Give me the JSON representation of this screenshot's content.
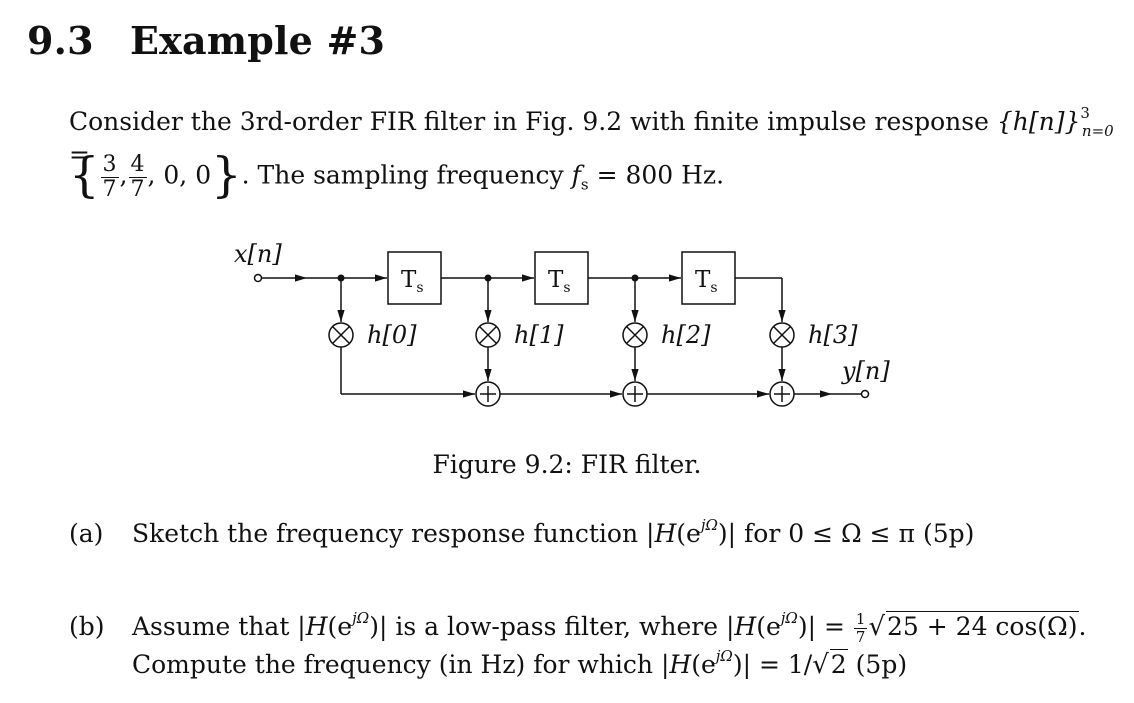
{
  "section": {
    "number": "9.3",
    "title": "Example #3"
  },
  "intro": {
    "line1_text": "Consider the 3rd-order FIR filter in Fig. 9.2 with finite impulse response",
    "impulse_set": "{h[n]}",
    "sub_index": "n=0",
    "sup_index": "3",
    "equals": "=",
    "coef1_num": "3",
    "coef1_den": "7",
    "coef2_num": "4",
    "coef2_den": "7",
    "coef_rest": ", 0, 0",
    "line2_text": ". The sampling frequency",
    "fs_symbol": "f",
    "fs_sub": "s",
    "fs_value": "= 800 Hz."
  },
  "diagram": {
    "input_label": "x[n]",
    "output_label": "y[n]",
    "delay_label": "T",
    "delay_sub": "s",
    "coefficients": [
      "h[0]",
      "h[1]",
      "h[2]",
      "h[3]"
    ]
  },
  "figure_caption": "Figure 9.2: FIR filter.",
  "questions": {
    "a": {
      "label": "(a)",
      "text_before": "Sketch the frequency response function |",
      "H": "H",
      "arg": "(e",
      "exp": "jΩ",
      "text_after": ")| for 0 ≤ Ω ≤ π (5p)"
    },
    "b": {
      "label": "(b)",
      "line1_before": "Assume that |",
      "line1_mid": ")| is a low-pass filter, where |",
      "line1_eq": ")| =",
      "frac_num": "1",
      "frac_den": "7",
      "radicand": "25 + 24 cos(Ω)",
      "line1_end": ".",
      "line2_before": "Compute the frequency (in Hz) for which |",
      "line2_eq": ")| = 1/",
      "sqrt2": "2",
      "line2_end": "(5p)"
    }
  }
}
